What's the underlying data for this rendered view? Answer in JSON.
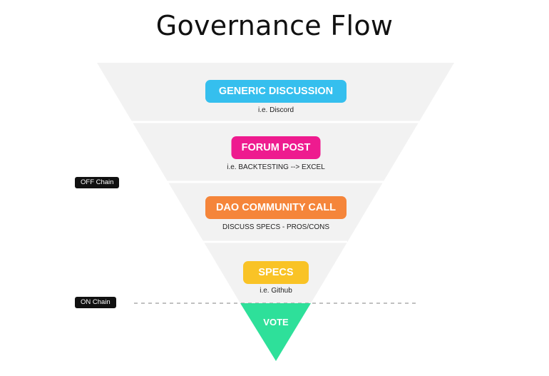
{
  "title": "Governance Flow",
  "stages": [
    {
      "label": "GENERIC DISCUSSION",
      "sublabel": "i.e. Discord",
      "color": "#35bfee"
    },
    {
      "label": "FORUM POST",
      "sublabel": "i.e. BACKTESTING --> EXCEL",
      "color": "#ee1b8f"
    },
    {
      "label": "DAO COMMUNITY CALL",
      "sublabel": "DISCUSS SPECS - PROS/CONS",
      "color": "#f5853a"
    },
    {
      "label": "SPECS",
      "sublabel": "i.e. Github",
      "color": "#f9c326"
    }
  ],
  "vote": {
    "label": "VOTE",
    "color": "#2ee09a"
  },
  "tags": {
    "off_chain": "OFF Chain",
    "on_chain": "ON Chain"
  },
  "colors": {
    "funnel_fill": "#f2f2f2",
    "divider": "#ffffff",
    "dashed_line": "#9a9a9a"
  }
}
